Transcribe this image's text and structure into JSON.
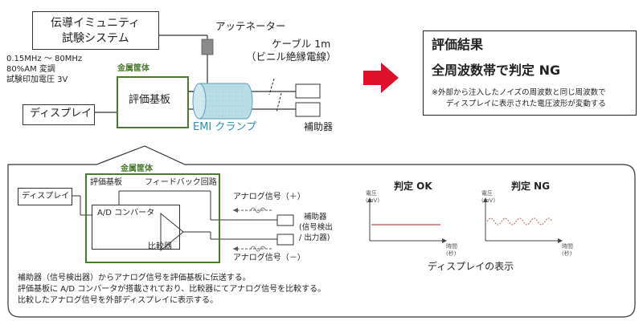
{
  "top": {
    "tester_line1": "伝導イミュニティ",
    "tester_line2": "試験システム",
    "attenuator": "アッテネーター",
    "cable_line1": "ケーブル 1m",
    "cable_line2": "（ビニル絶縁電線）",
    "spec_line1": "0.15MHz ～ 80MHz",
    "spec_line2": "80%AM 変調",
    "spec_line3": "試験印加電圧 3V",
    "metal_case": "金属筐体",
    "eval_board": "評価基板",
    "display": "ディスプレイ",
    "emi_clamp": "EMI クランプ",
    "aux_device": "補助器"
  },
  "result": {
    "title": "評価結果",
    "headline": "全周波数帯で判定 NG",
    "note_line1": "※外部から注入したノイズの周波数と同じ周波数で",
    "note_line2": "ディスプレイに表示された電圧波形が変動する"
  },
  "detail": {
    "metal_case": "金属筐体",
    "eval_board": "評価基板",
    "feedback": "フィードバック回路",
    "display": "ディスプレイ",
    "adc": "A/D コンバータ",
    "comparator": "比較器",
    "analog_plus": "アナログ信号（＋）",
    "analog_minus": "アナログ信号（－）",
    "aux_line1": "補助器",
    "aux_line2": "(信号検出",
    "aux_line3": "/ 出力器)",
    "desc_line1": "補助器（信号検出器）からアナログ信号を評価基板に伝送する。",
    "desc_line2": "評価基板に A/D コンバータが搭載されており、比較器にてアナログ信号を比較する。",
    "desc_line3": "比較したアナログ信号を外部ディスプレイに表示する。"
  },
  "graphs": {
    "ok_title": "判定 OK",
    "ng_title": "判定 NG",
    "ylabel_line1": "電圧",
    "ylabel_line2": "(mV)",
    "xlabel_line1": "時間",
    "xlabel_line2": "(秒)",
    "caption": "ディスプレイの表示"
  },
  "colors": {
    "green": "#4a7a2e",
    "clamp": "#b9dde6",
    "arrow": "#e0102a",
    "signal": "#c96a6a"
  }
}
